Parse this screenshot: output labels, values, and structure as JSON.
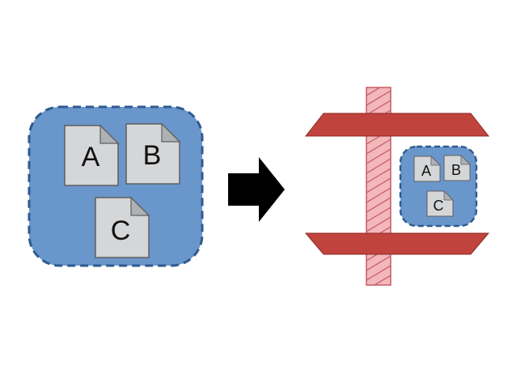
{
  "colors": {
    "folder_fill": "#6a97cb",
    "folder_border": "#2e5b8f",
    "document_fill": "#d5d6d8",
    "document_stroke": "#5f5f5f",
    "arrow": "#000000",
    "clamp_bar": "#c0433d",
    "clamp_bar_edge": "#8e2a26",
    "screw_fill": "#f2b8bc",
    "screw_thread": "#c95b63"
  },
  "icons": {
    "source_folder": "folder-icon",
    "document": "document-icon",
    "arrow": "arrow-right-icon",
    "compressor": "clamp-press-icon",
    "compressed_folder": "folder-icon"
  },
  "source_folder": {
    "documents": [
      {
        "label": "A"
      },
      {
        "label": "B"
      },
      {
        "label": "C"
      }
    ]
  },
  "compressed_folder": {
    "documents": [
      {
        "label": "A"
      },
      {
        "label": "B"
      },
      {
        "label": "C"
      }
    ]
  }
}
